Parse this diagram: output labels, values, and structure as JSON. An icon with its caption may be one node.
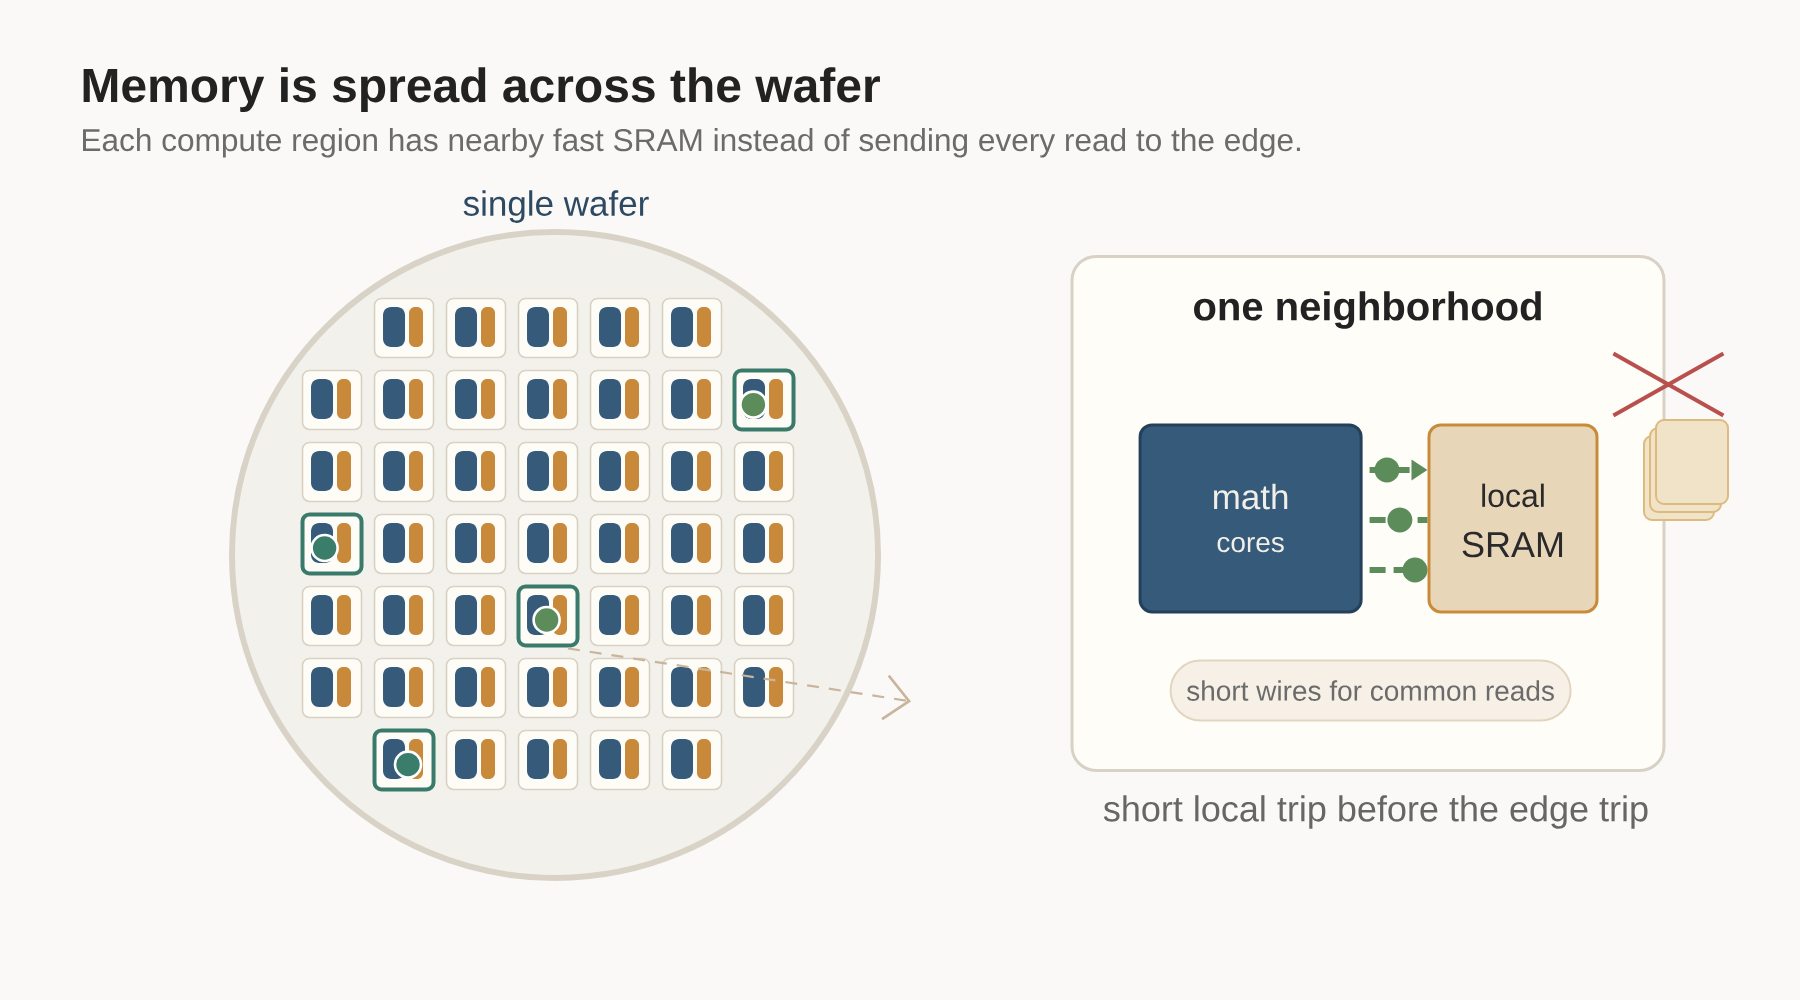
{
  "diagram": {
    "title": "Memory is spread across the wafer",
    "nodes": [
      {
        "text": [
          "single wafer"
        ]
      },
      {
        "text": [],
        "shape": "box",
        "in": 0
      },
      {
        "text": [],
        "shape": "box",
        "in": 0
      },
      {
        "text": [],
        "shape": "box",
        "in": 0
      },
      {
        "text": [],
        "shape": "box",
        "in": 0
      },
      {
        "text": [
          "one neighborhood"
        ],
        "beside": [
          "short local trip before the edge trip"
        ]
      },
      {
        "text": [
          "math",
          "cores"
        ],
        "in": 5
      },
      {
        "text": [
          "local",
          "SRAM"
        ],
        "in": 5
      },
      {
        "text": [
          "short wires for common reads"
        ],
        "in": 5
      }
    ],
    "edges": [
      {
        "from": 3,
        "to": null,
        "arrow": "to",
        "style": "dashed",
        "color": "#c8b59c"
      },
      {
        "from": 6,
        "to": 7,
        "arrow": "to",
        "style": "dashed"
      },
      {
        "from": 6,
        "to": 7,
        "arrow": "none",
        "style": "dashed"
      },
      {
        "from": 6,
        "to": 7,
        "arrow": "other",
        "style": "dashed"
      }
    ],
    "labels": [
      "Each compute region has nearby fast SRAM instead of sending every read to the edge."
    ]
  }
}
